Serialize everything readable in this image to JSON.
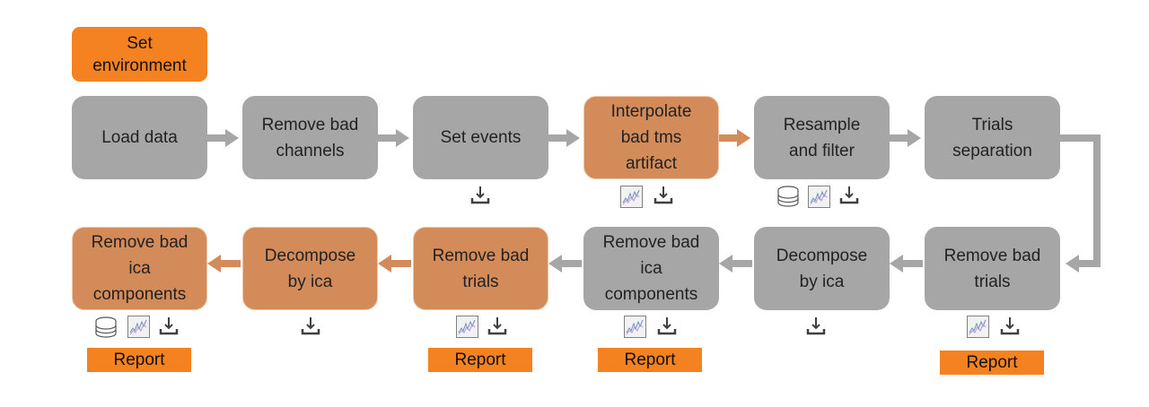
{
  "colors": {
    "gray": "#a6a6a6",
    "tan": "#d38b5a",
    "orange": "#f58220",
    "arrow_gray": "#a6a6a6"
  },
  "env": {
    "line1": "Set",
    "line2": "environment"
  },
  "row1": [
    {
      "lines": [
        "Load data"
      ]
    },
    {
      "lines": [
        "Remove bad",
        "channels"
      ]
    },
    {
      "lines": [
        "Set events"
      ]
    },
    {
      "lines": [
        "Interpolate",
        "bad tms",
        "artifact"
      ]
    },
    {
      "lines": [
        "Resample",
        "and filter"
      ]
    },
    {
      "lines": [
        "Trials",
        "separation"
      ]
    }
  ],
  "row2": [
    {
      "lines": [
        "Remove bad",
        "ica",
        "components"
      ]
    },
    {
      "lines": [
        "Decompose",
        "by ica"
      ]
    },
    {
      "lines": [
        "Remove bad",
        "trials"
      ]
    },
    {
      "lines": [
        "Remove bad",
        "ica",
        "components"
      ]
    },
    {
      "lines": [
        "Decompose",
        "by ica"
      ]
    },
    {
      "lines": [
        "Remove bad",
        "trials"
      ]
    }
  ],
  "reports": [
    "Report",
    "Report",
    "Report",
    "Report"
  ],
  "icon_names": [
    "database-icon",
    "signal-plot-icon",
    "download-icon"
  ]
}
